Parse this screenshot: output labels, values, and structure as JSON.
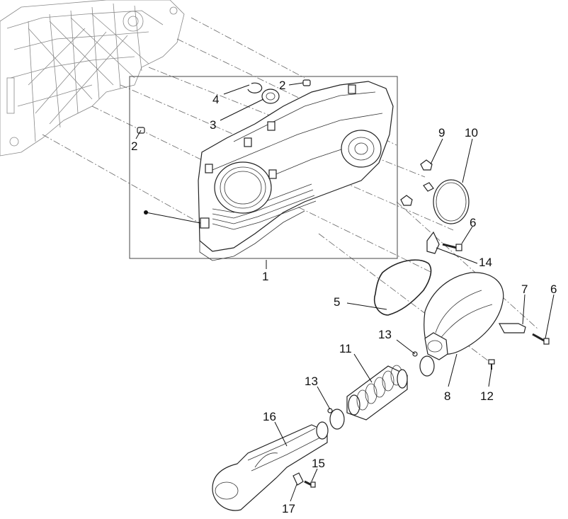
{
  "diagram": {
    "callouts": {
      "c1": "1",
      "c2a": "2",
      "c2b": "2",
      "c3": "3",
      "c4": "4",
      "c5": "5",
      "c6a": "6",
      "c6b": "6",
      "c7": "7",
      "c8": "8",
      "c9": "9",
      "c10": "10",
      "c11": "11",
      "c12": "12",
      "c13a": "13",
      "c13b": "13",
      "c14": "14",
      "c15": "15",
      "c16": "16",
      "c17": "17"
    }
  }
}
